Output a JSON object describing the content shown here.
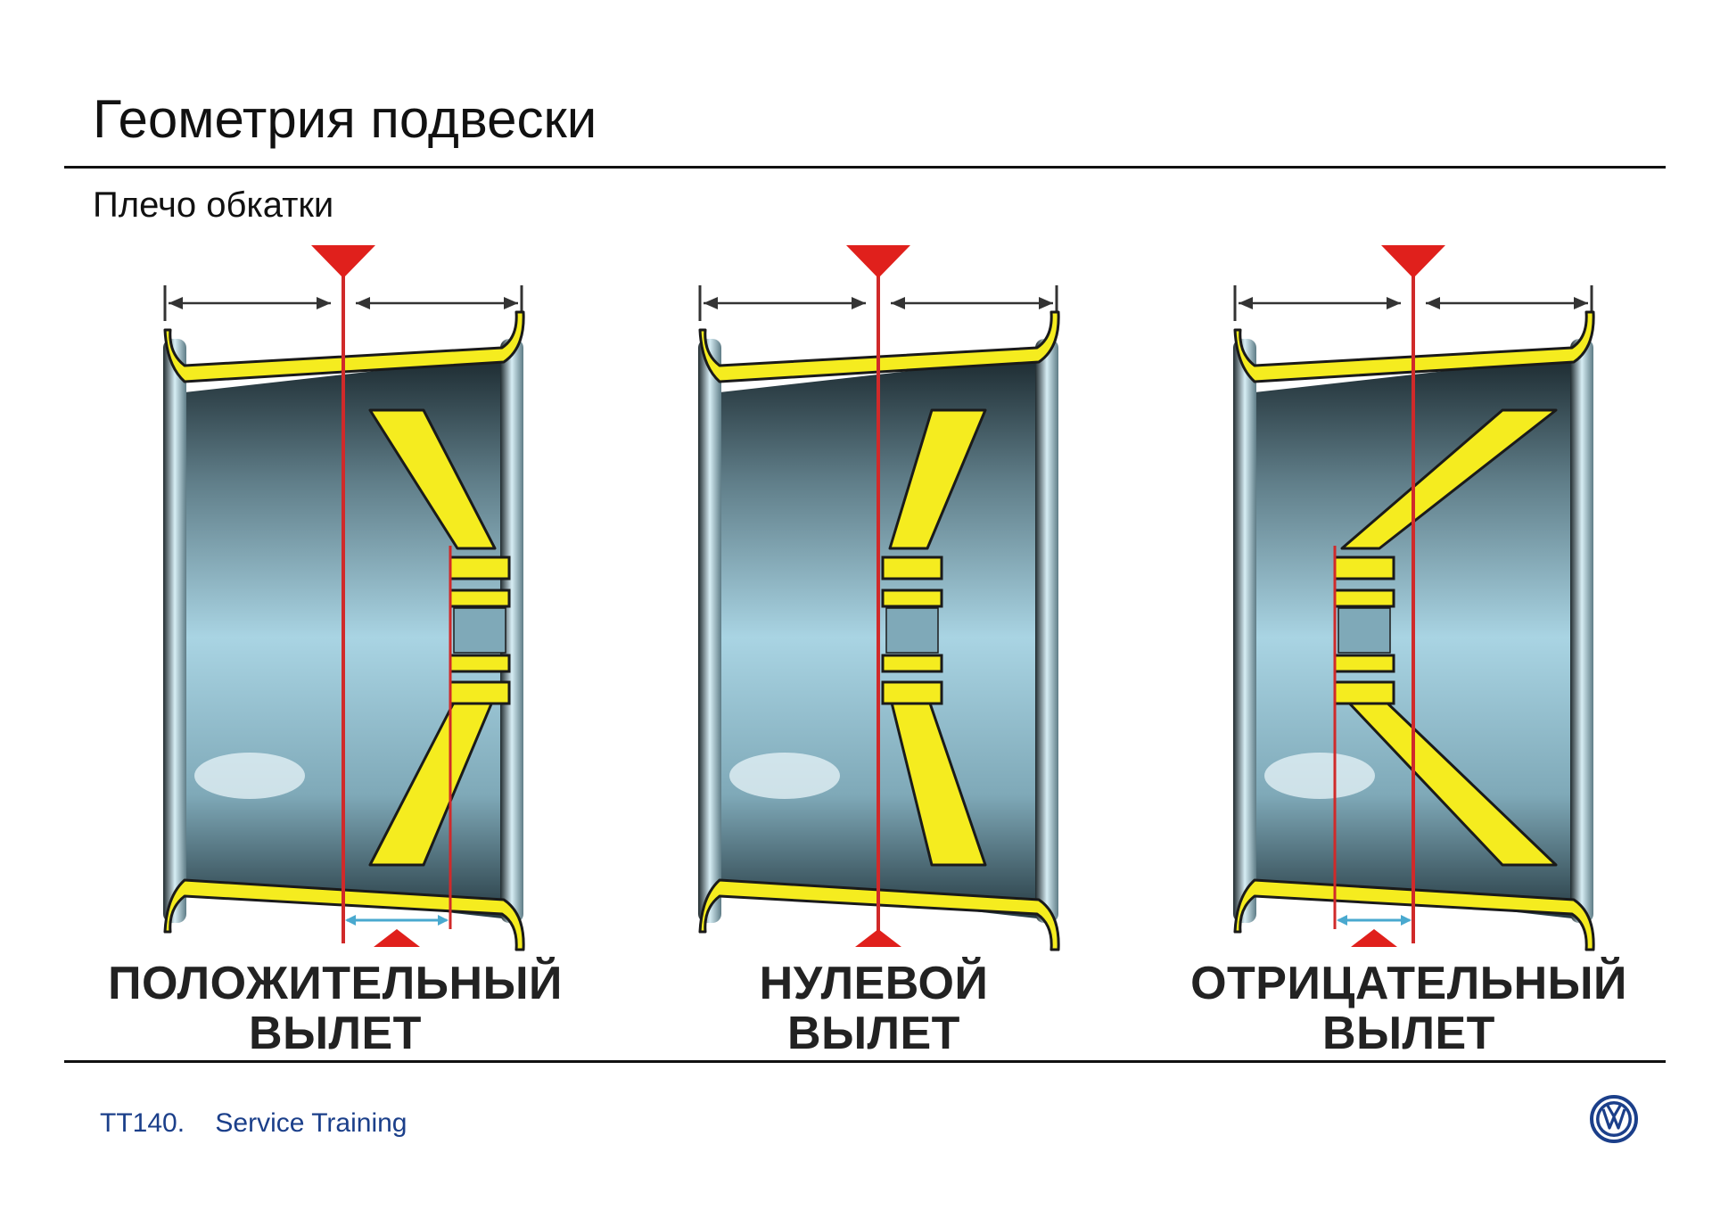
{
  "page": {
    "title": "Геометрия подвески",
    "subtitle": "Плечо обкатки"
  },
  "diagrams": [
    {
      "id": "positive",
      "line1": "ПОЛОЖИТЕЛЬНЫЙ",
      "line2": "ВЫЛЕТ",
      "offset": "positive"
    },
    {
      "id": "zero",
      "line1": "НУЛЕВОЙ",
      "line2": "ВЫЛЕТ",
      "offset": "zero"
    },
    {
      "id": "negative",
      "line1": "ОТРИЦАТЕЛЬНЫЙ",
      "line2": "ВЫЛЕТ",
      "offset": "negative"
    }
  ],
  "footer": {
    "code": "TT140.",
    "label": "Service Training"
  },
  "logo": {
    "icon": "volkswagen-logo-icon",
    "text": "VW"
  },
  "colors": {
    "rim_yellow": "#f5ec1f",
    "rim_outline": "#1a1a1a",
    "centerline_red": "#d02a2a",
    "marker_red": "#e0201c",
    "offset_arrow": "#49a9cf",
    "inner_light": "#a9d4e3",
    "inner_dark": "#1c2a30",
    "footer_blue": "#1b3f8a"
  }
}
